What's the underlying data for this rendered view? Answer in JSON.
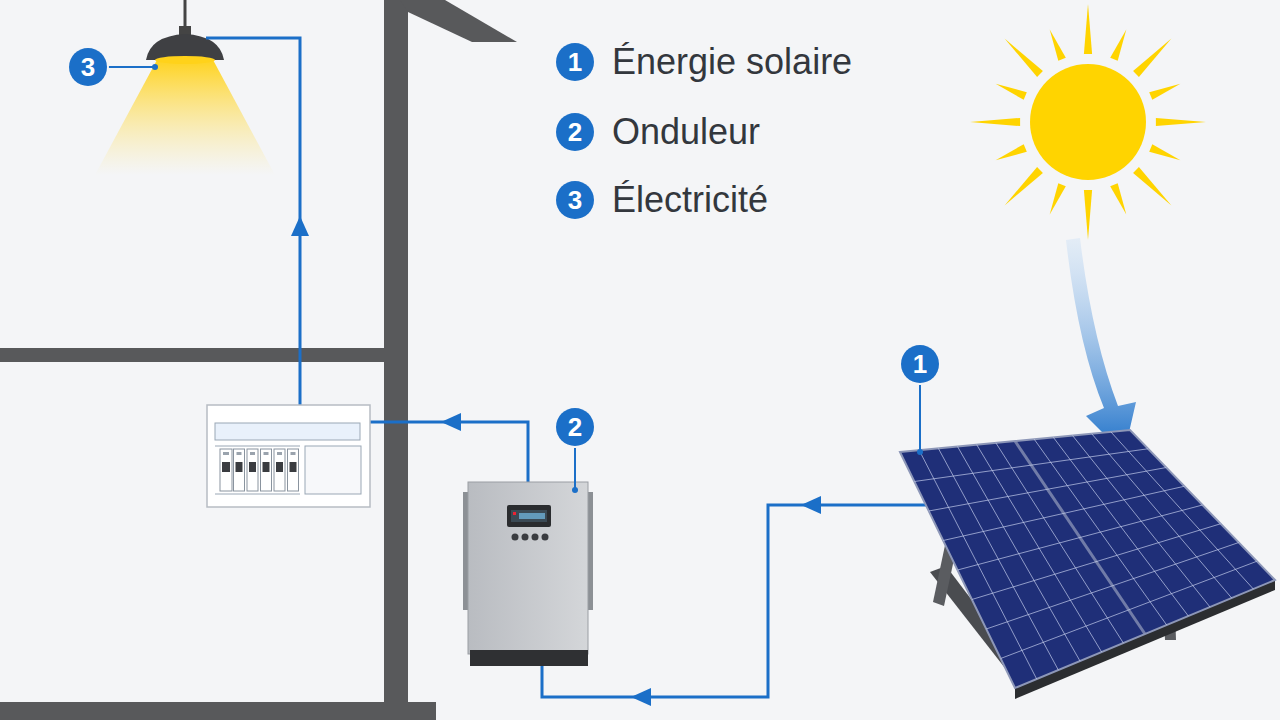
{
  "diagram": {
    "labels": [
      "3",
      "1",
      "Énergie solaire",
      "2",
      "Onduleur",
      "3",
      "Électricité",
      "1",
      "2"
    ]
  }
}
